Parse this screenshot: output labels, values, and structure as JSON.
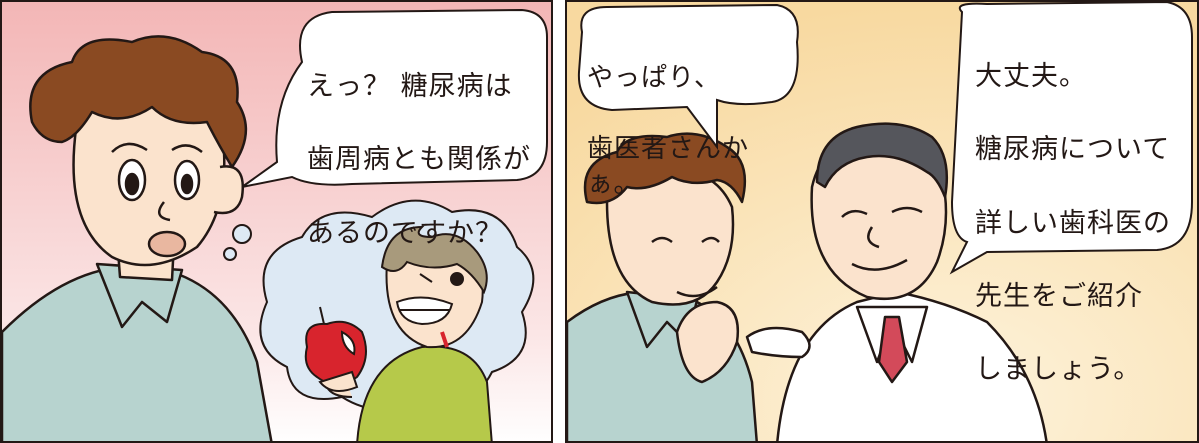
{
  "panels": [
    {
      "bubbles": [
        {
          "lines": [
            "えっ？ 糖尿病は",
            "歯周病とも関係が",
            "あるのですか？"
          ]
        }
      ]
    },
    {
      "bubbles": [
        {
          "lines": [
            "やっぱり、",
            "歯医者さんかぁ。"
          ]
        },
        {
          "lines": [
            "大丈夫。",
            "糖尿病について",
            "詳しい歯科医の",
            "先生をご紹介",
            "しましょう。"
          ]
        }
      ]
    }
  ],
  "colors": {
    "panel1_bg_top": "#f3b6b6",
    "panel1_bg_bottom": "#ffffff",
    "panel2_bg_top": "#f8d9a0",
    "panel2_bg_bottom": "#fdf3dc",
    "shirt": "#b7d3cf",
    "hair": "#8a4a22",
    "skin": "#fbe3cd",
    "thought_cloud": "#dde9f4",
    "kid_shirt": "#b6c94a",
    "kid_hair": "#a89a7c",
    "apple": "#d8242d",
    "tie": "#d34a5a",
    "doctor_hair": "#55565c"
  }
}
